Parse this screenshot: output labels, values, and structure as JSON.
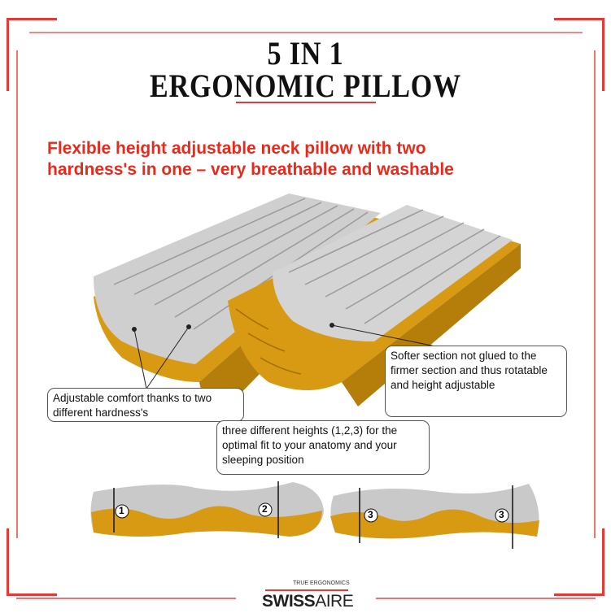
{
  "title": {
    "line1": "5 IN 1",
    "line2": "ERGONOMIC PILLOW"
  },
  "headline": {
    "line1": "Flexible height adjustable neck pillow with two",
    "line2": "hardness's in one – very breathable and washable"
  },
  "callouts": {
    "left": "Adjustable comfort thanks to two different hardness's",
    "right": "Softer section not glued to the firmer section and thus rotatable and height adjustable",
    "middle": "three different heights (1,2,3)  for the optimal fit to your anatomy and your sleeping position"
  },
  "cross_section_labels": [
    "1",
    "2",
    "3",
    "3"
  ],
  "logo": {
    "tagline": "TRUE ERGONOMICS",
    "brand_bold": "SWISS",
    "brand_light": "AIRE"
  },
  "colors": {
    "frame": "#e53935",
    "headline": "#e8291c",
    "foam_soft": "#c9c9c9",
    "foam_firm": "#d79a12"
  }
}
